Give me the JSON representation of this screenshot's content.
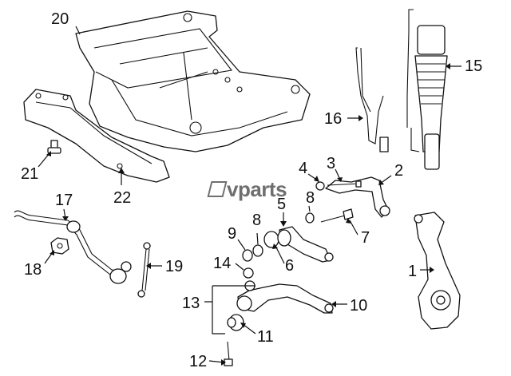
{
  "watermark": {
    "text": "vparts"
  },
  "callouts": [
    {
      "label": "1"
    },
    {
      "label": "2"
    },
    {
      "label": "3"
    },
    {
      "label": "4"
    },
    {
      "label": "5"
    },
    {
      "label": "6"
    },
    {
      "label": "7"
    },
    {
      "label": "8"
    },
    {
      "label": "8"
    },
    {
      "label": "9"
    },
    {
      "label": "10"
    },
    {
      "label": "11"
    },
    {
      "label": "12"
    },
    {
      "label": "13"
    },
    {
      "label": "14"
    },
    {
      "label": "15"
    },
    {
      "label": "16"
    },
    {
      "label": "17"
    },
    {
      "label": "18"
    },
    {
      "label": "19"
    },
    {
      "label": "20"
    },
    {
      "label": "21"
    },
    {
      "label": "22"
    }
  ]
}
